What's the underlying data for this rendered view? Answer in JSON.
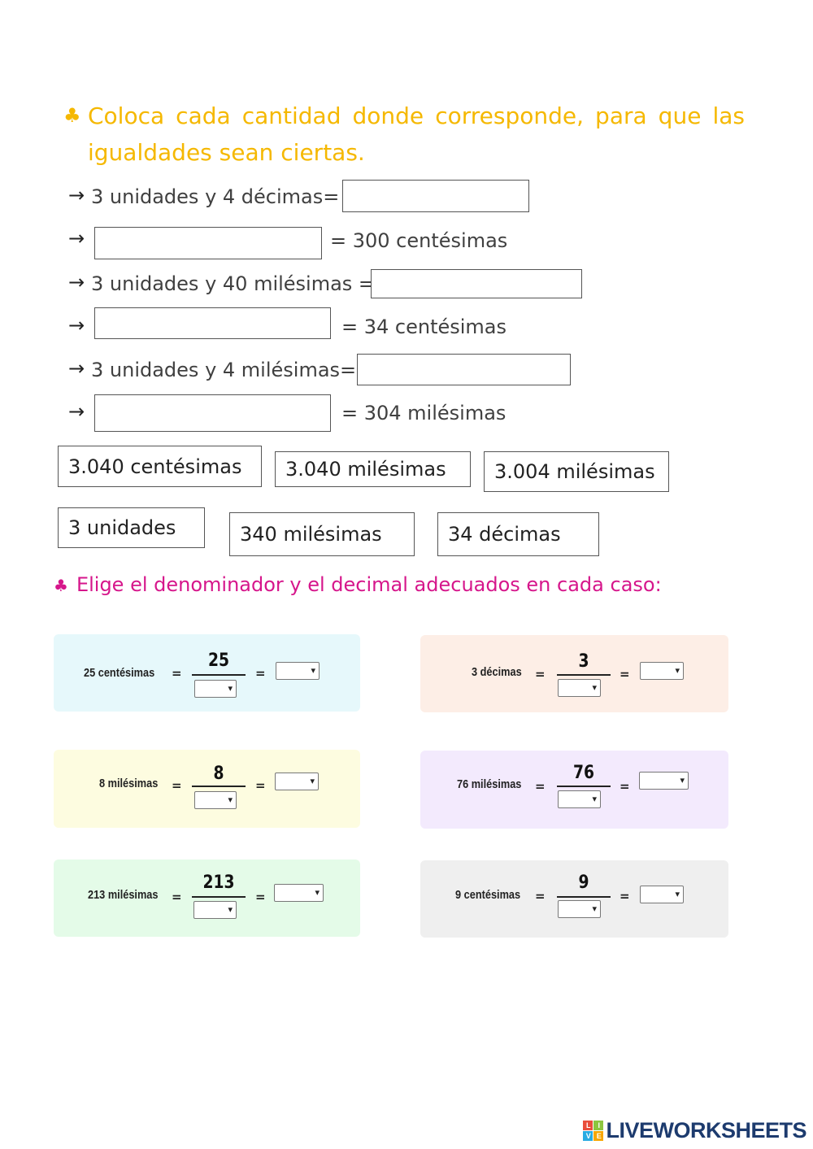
{
  "section1": {
    "icon": "club-icon",
    "instruction": "Coloca cada cantidad donde corresponde, para que las igualdades sean ciertas.",
    "arrow": "→",
    "rows": [
      {
        "left": "3 unidades y 4 décimas=",
        "right": ""
      },
      {
        "left": "",
        "right": "= 300 centésimas"
      },
      {
        "left": "3 unidades y 40 milésimas =",
        "right": ""
      },
      {
        "left": "",
        "right": "= 34 centésimas"
      },
      {
        "left": "3 unidades y 4 milésimas=",
        "right": ""
      },
      {
        "left": "",
        "right": "= 304 milésimas"
      }
    ],
    "chips": [
      "3.040 centésimas",
      "3.040 milésimas",
      "3.004 milésimas",
      "3 unidades",
      "340 milésimas",
      "34 décimas"
    ]
  },
  "section2": {
    "icon": "club-icon",
    "instruction": "Elige el denominador y el decimal adecuados en cada caso:",
    "equals": "=",
    "cards": [
      {
        "label": "25 centésimas",
        "numerator": "25",
        "color": "#e6f8fb"
      },
      {
        "label": "3 décimas",
        "numerator": "3",
        "color": "#fdeee6"
      },
      {
        "label": "8 milésimas",
        "numerator": "8",
        "color": "#fdfce0"
      },
      {
        "label": "76 milésimas",
        "numerator": "76",
        "color": "#f3eafd"
      },
      {
        "label": "213 milésimas",
        "numerator": "213",
        "color": "#e4fbe8"
      },
      {
        "label": "9 centésimas",
        "numerator": "9",
        "color": "#efefef"
      }
    ]
  },
  "colors": {
    "instruction1": "#f5b800",
    "instruction2": "#d6168b"
  },
  "footer": {
    "logo_text": "LIVEWORKSHEETS",
    "logo_letters": [
      "L",
      "I",
      "V",
      "E"
    ]
  }
}
